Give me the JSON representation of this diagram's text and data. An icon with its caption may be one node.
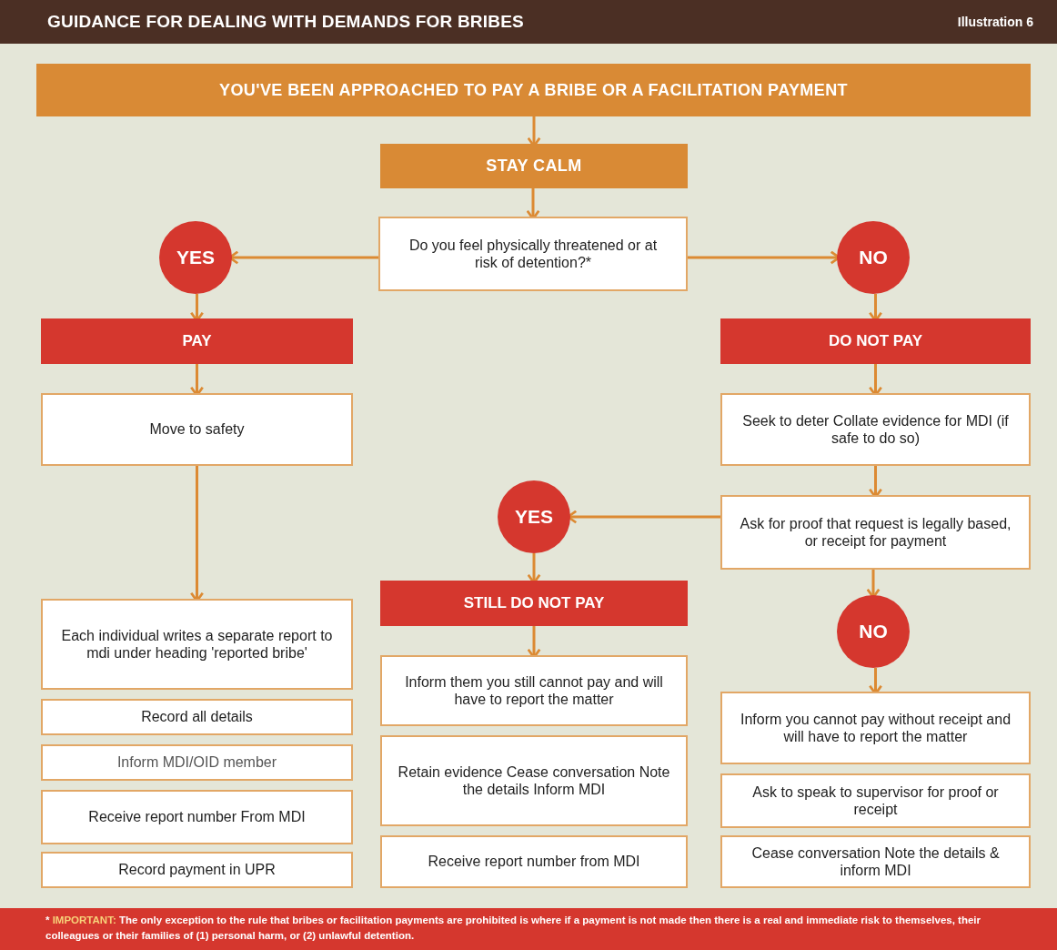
{
  "diagram": {
    "title": "GUIDANCE FOR DEALING WITH DEMANDS FOR BRIBES",
    "nodes": [
      {
        "text": [
          "YOU'VE BEEN APPROACHED TO PAY A BRIBE OR A FACILITATION PAYMENT"
        ]
      },
      {
        "text": [
          "STAY CALM"
        ]
      },
      {
        "text": [
          "Do you feel physically threatened or at risk of detention?*"
        ]
      },
      {
        "text": [
          "YES"
        ]
      },
      {
        "text": [
          "NO"
        ]
      },
      {
        "text": [
          "PAY"
        ]
      },
      {
        "text": [
          "DO NOT PAY"
        ]
      },
      {
        "text": [
          "Move to safety"
        ]
      },
      {
        "text": [
          "Seek to deter Collate evidence for MDI (if safe to do so)"
        ]
      },
      {
        "text": [
          "Ask for proof that request is legally based, or receipt for payment"
        ]
      },
      {
        "text": [
          "YES"
        ]
      },
      {
        "text": [
          "STILL DO NOT PAY"
        ]
      },
      {
        "text": [
          "NO"
        ]
      },
      {
        "text": [
          "Each individual writes a separate report to mdi under heading 'reported bribe'"
        ]
      },
      {
        "text": [
          "Record all details"
        ]
      },
      {
        "text": [
          "Inform MDI/OID member"
        ]
      },
      {
        "text": [
          "Receive report number From MDI"
        ]
      },
      {
        "text": [
          "Record payment in UPR"
        ]
      },
      {
        "text": [
          "Inform them you still cannot pay and will have to report the matter"
        ]
      },
      {
        "text": [
          "Retain evidence Cease conversation Note the details Inform MDI"
        ]
      },
      {
        "text": [
          "Receive report number from MDI"
        ]
      },
      {
        "text": [
          "Inform you cannot pay without receipt and will have to report the matter"
        ]
      },
      {
        "text": [
          "Ask to speak to supervisor for proof or receipt"
        ]
      },
      {
        "text": [
          "Cease conversation Note the details & inform MDI"
        ]
      }
    ],
    "edges": [
      {
        "from": 0,
        "to": 1,
        "arrow": "to"
      },
      {
        "from": 1,
        "to": 2,
        "arrow": "to"
      },
      {
        "from": 2,
        "to": 3,
        "arrow": "to"
      },
      {
        "from": 2,
        "to": 4,
        "arrow": "to"
      },
      {
        "from": 3,
        "to": 5,
        "arrow": "to"
      },
      {
        "from": 4,
        "to": 6,
        "arrow": "to"
      },
      {
        "from": 5,
        "to": 7,
        "arrow": "to"
      },
      {
        "from": 7,
        "to": 13,
        "arrow": "to"
      },
      {
        "from": 6,
        "to": 8,
        "arrow": "to"
      },
      {
        "from": 8,
        "to": 9,
        "arrow": "to"
      },
      {
        "from": 9,
        "to": 10,
        "arrow": "to"
      },
      {
        "from": 9,
        "to": 12,
        "arrow": "to"
      },
      {
        "from": 10,
        "to": 11,
        "arrow": "to"
      },
      {
        "from": 11,
        "to": 18,
        "arrow": "to"
      },
      {
        "from": 12,
        "to": 21,
        "arrow": "to"
      }
    ],
    "labels": [
      "Illustration 6"
    ],
    "caption": "* **IMPORTANT:** The only exception to the rule that bribes or facilitation payments are prohibited is where if a payment is not made then there is a real and immediate risk to themselves, their colleagues or their families of (1) personal harm, or (2) unlawful detention."
  }
}
